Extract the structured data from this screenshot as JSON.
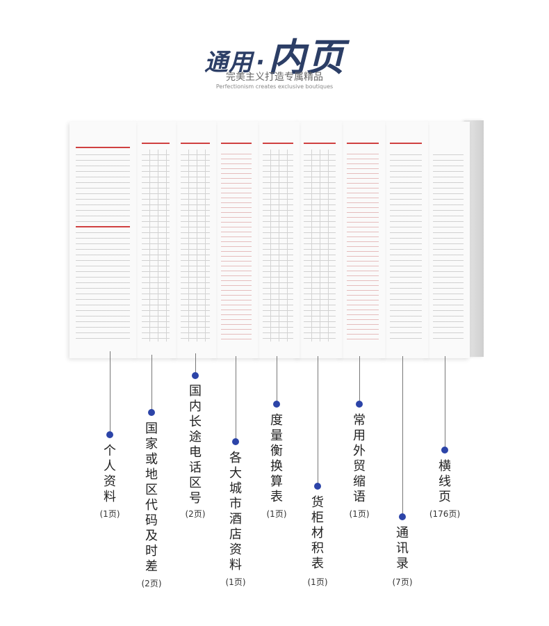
{
  "header": {
    "title_small": "通用",
    "title_dot": "·",
    "title_big": "内页",
    "subtitle": "完美主义打造专属精品",
    "subtitle_en": "Perfectionism creates exclusive boutiques"
  },
  "sections": [
    {
      "label": "个人资料",
      "pages": "(1页)"
    },
    {
      "label": "国家或地区代码及时差",
      "pages": "(2页)"
    },
    {
      "label": "国内长途电话区号",
      "pages": "(2页)"
    },
    {
      "label": "各大城市酒店资料",
      "pages": "(1页)"
    },
    {
      "label": "度量衡换算表",
      "pages": "(1页)"
    },
    {
      "label": "货柜材积表",
      "pages": "(1页)"
    },
    {
      "label": "常用外贸缩语",
      "pages": "(1页)"
    },
    {
      "label": "通讯录",
      "pages": "(7页)"
    },
    {
      "label": "横线页",
      "pages": "(176页)"
    }
  ],
  "colors": {
    "title": "#2c3e66",
    "dot": "#2c44a8",
    "accent_red": "#d04040"
  }
}
